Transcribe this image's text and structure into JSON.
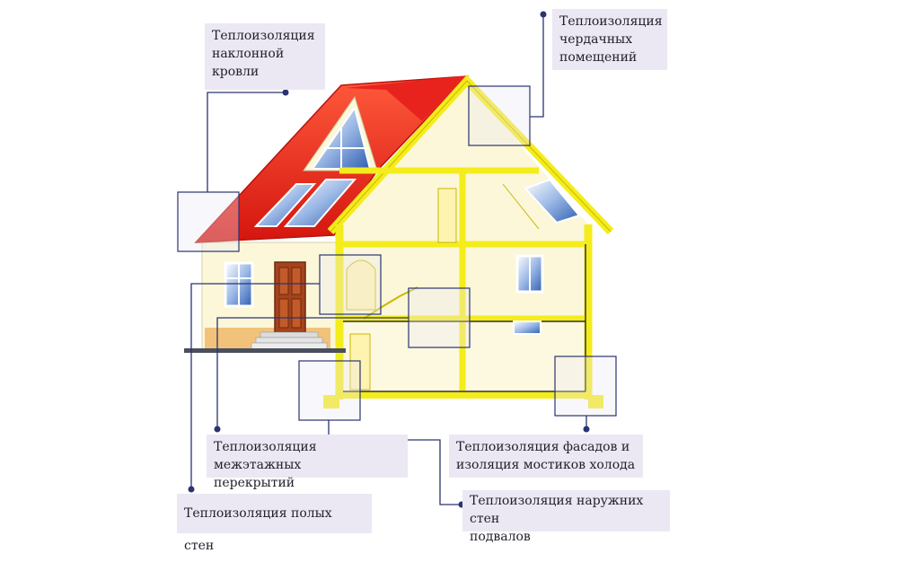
{
  "labels": {
    "sloped_roof": "Теплоизоляция\nнаклонной\nкровли",
    "attic": "Теплоизоляция\nчердачных\nпомещений",
    "interfloor": "Теплоизоляция межэтажных\nперекрытий",
    "facade": "Теплоизоляция фасадов и\nизоляция мостиков холода",
    "cavity_walls": "Теплоизоляция полых стен",
    "basement": "Теплоизоляция наружних стен\nподвалов"
  },
  "colors": {
    "roof": "#e8231e",
    "frame": "#f4ec1c",
    "wall": "#fbf7d8",
    "callout_line": "#2a3470",
    "label_bg": "#ebe8f3",
    "window_glass": "#5b86c8",
    "door": "#a5431c"
  }
}
